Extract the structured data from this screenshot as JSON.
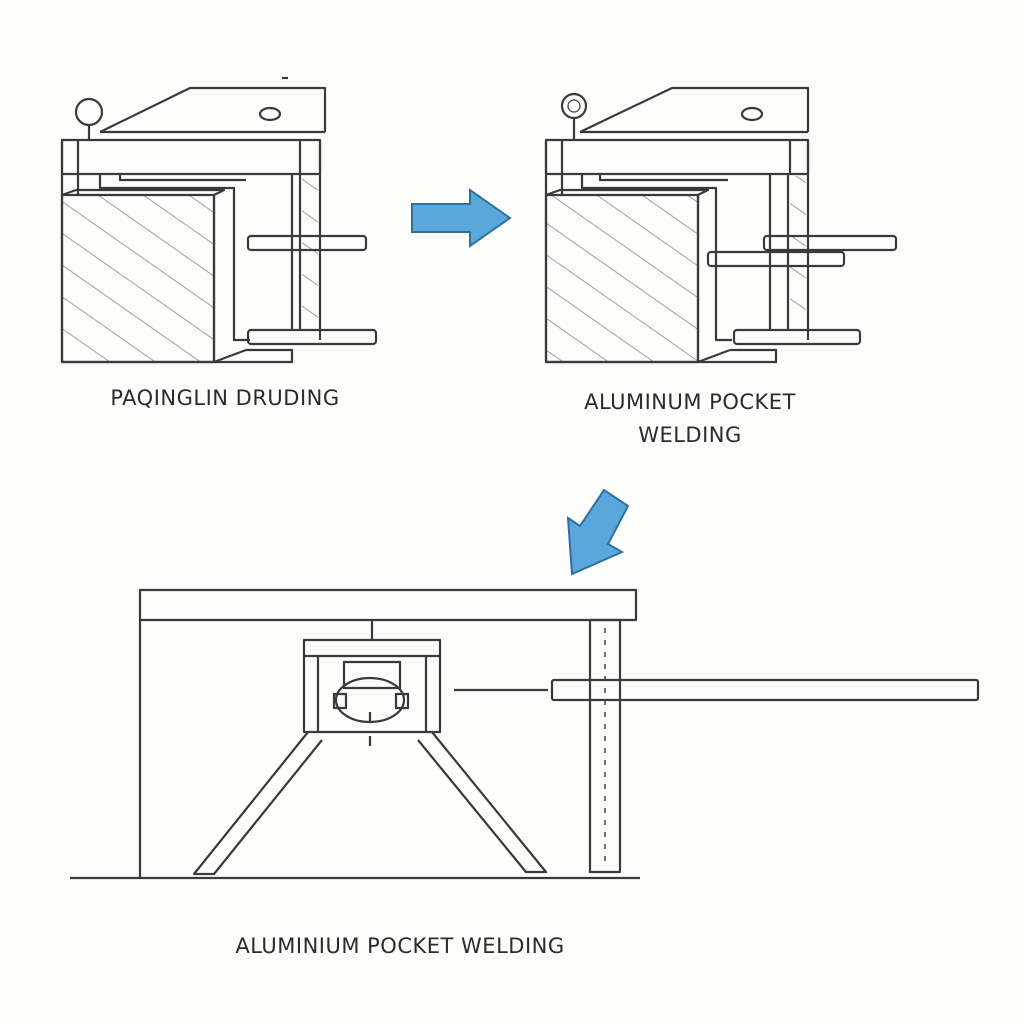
{
  "labels": {
    "top_left": "PAQINGLIN DRUDING",
    "top_right_line1": "ALUMINUM POCKET",
    "top_right_line2": "WELDING",
    "bottom": "ALUMINIUM POCKET WELDING"
  },
  "icons": {
    "arrow_right": "right-arrow-icon",
    "arrow_down_left": "down-left-arrow-icon"
  },
  "colors": {
    "line": "#3a3a3a",
    "hatch": "#9a9a9a",
    "arrow_fill": "#5aa7dc",
    "arrow_stroke": "#2f6e9e",
    "background": "#fdfdfb"
  }
}
